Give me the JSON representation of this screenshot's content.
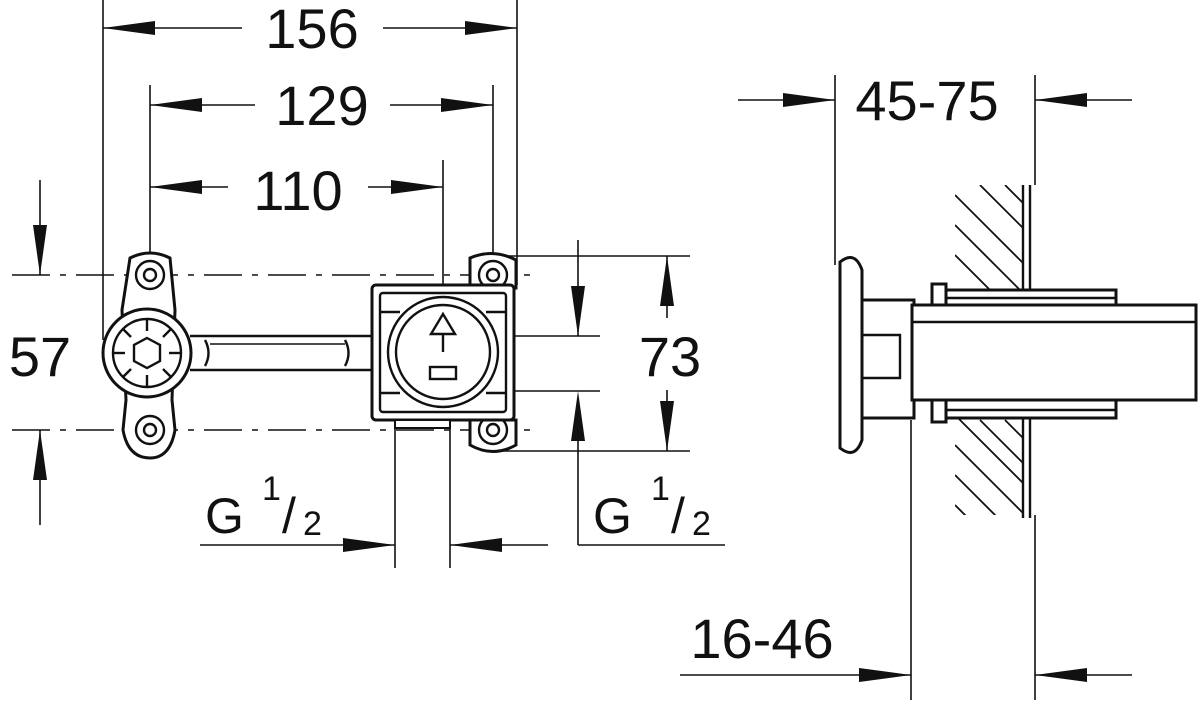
{
  "dimensions": {
    "overall_width": "156",
    "mounting_hole_spacing": "129",
    "outlet_spacing": "110",
    "bracket_height": "57",
    "housing_height": "73",
    "wall_depth_range": "45-75",
    "installation_depth_range": "16-46"
  },
  "threads": [
    {
      "letter": "G",
      "numerator": "1",
      "denominator": "2"
    },
    {
      "letter": "G",
      "numerator": "1",
      "denominator": "2"
    }
  ]
}
